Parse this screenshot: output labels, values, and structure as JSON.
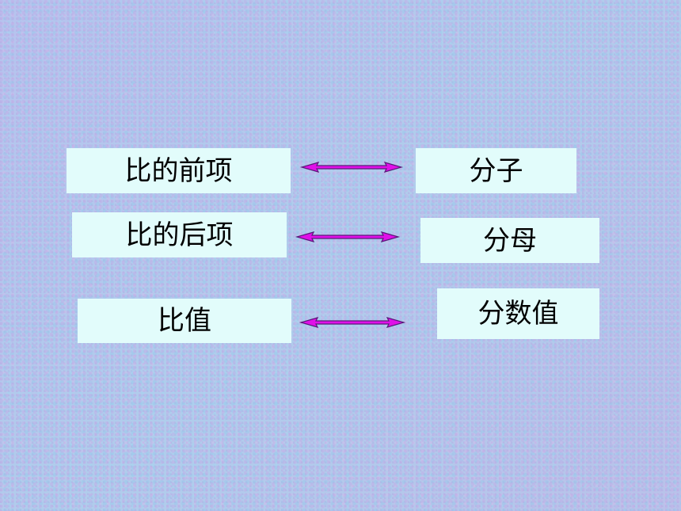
{
  "rows": [
    {
      "left": "比的前项",
      "right": "分子"
    },
    {
      "left": "比的后项",
      "right": "分母"
    },
    {
      "left": "比值",
      "right": "分数值"
    }
  ],
  "colors": {
    "box_fill": "#e2fcfb",
    "arrow_fill": "#e010e8",
    "arrow_outline": "#5a1a7a"
  },
  "icons": {
    "arrow": "double-headed-arrow-icon"
  }
}
